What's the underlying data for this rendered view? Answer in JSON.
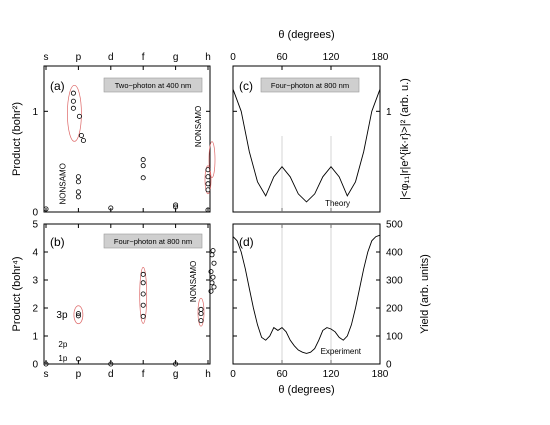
{
  "chart_data": [
    {
      "panel": "a",
      "type": "scatter",
      "panel_label": "(a)",
      "box_label": "Two−photon at 400 nm",
      "ylabel": "Product (bohr²)",
      "y_ticks": [
        "0",
        "1"
      ],
      "ylim": [
        0,
        1.45
      ],
      "categories": [
        "s",
        "p",
        "d",
        "f",
        "g",
        "h"
      ],
      "annotations": [
        "NONSAMO",
        "NONSAMO"
      ],
      "points": [
        {
          "x": "s",
          "y": 0.03
        },
        {
          "x": "p",
          "y": 1.18
        },
        {
          "x": "p",
          "y": 1.1
        },
        {
          "x": "p",
          "y": 1.03
        },
        {
          "x": "p",
          "y": 0.95
        },
        {
          "x": "p",
          "y": 0.76
        },
        {
          "x": "p",
          "y": 0.71
        },
        {
          "x": "p",
          "y": 0.35
        },
        {
          "x": "p",
          "y": 0.3
        },
        {
          "x": "p",
          "y": 0.2
        },
        {
          "x": "p",
          "y": 0.15
        },
        {
          "x": "d",
          "y": 0.04
        },
        {
          "x": "f",
          "y": 0.52
        },
        {
          "x": "f",
          "y": 0.46
        },
        {
          "x": "f",
          "y": 0.34
        },
        {
          "x": "g",
          "y": 0.07
        },
        {
          "x": "g",
          "y": 0.05
        },
        {
          "x": "h",
          "y": 0.42
        },
        {
          "x": "h",
          "y": 0.35
        },
        {
          "x": "h",
          "y": 0.28
        },
        {
          "x": "h",
          "y": 0.22
        },
        {
          "x": "h",
          "y": 0.02
        }
      ]
    },
    {
      "panel": "b",
      "type": "scatter",
      "panel_label": "(b)",
      "box_label": "Four−photon at 800 nm",
      "ylabel": "Product (bohr⁴)",
      "y_ticks": [
        "0",
        "1",
        "2",
        "3",
        "4",
        "5"
      ],
      "ylim": [
        0,
        5
      ],
      "categories": [
        "s",
        "p",
        "d",
        "f",
        "g",
        "h"
      ],
      "annotations": [
        "NONSAMO",
        "3p",
        "2p",
        "1p"
      ],
      "points": [
        {
          "x": "s",
          "y": 0.0
        },
        {
          "x": "p",
          "y": 1.8
        },
        {
          "x": "p",
          "y": 1.72
        },
        {
          "x": "p",
          "y": 0.18
        },
        {
          "x": "d",
          "y": 0.0
        },
        {
          "x": "f",
          "y": 3.2
        },
        {
          "x": "f",
          "y": 2.9
        },
        {
          "x": "f",
          "y": 2.5
        },
        {
          "x": "f",
          "y": 2.1
        },
        {
          "x": "f",
          "y": 1.7
        },
        {
          "x": "g",
          "y": 0.0
        },
        {
          "x": "h",
          "y": 4.05
        },
        {
          "x": "h",
          "y": 3.9
        },
        {
          "x": "h",
          "y": 3.6
        },
        {
          "x": "h",
          "y": 3.3
        },
        {
          "x": "h",
          "y": 3.1
        },
        {
          "x": "h",
          "y": 2.9
        },
        {
          "x": "h",
          "y": 2.75
        },
        {
          "x": "h",
          "y": 2.6
        },
        {
          "x": "h",
          "y": 1.95
        },
        {
          "x": "h",
          "y": 1.8
        },
        {
          "x": "h",
          "y": 1.55
        }
      ]
    },
    {
      "panel": "c",
      "type": "line",
      "panel_label": "(c)",
      "box_label": "Four−photon at 800 nm",
      "top_axis_label": "θ (degrees)",
      "ylabel": "|<φ₁₁|r|e^{ik·r}>|² (arb. u.)",
      "right_y_ticks": [
        "1"
      ],
      "x_ticks": [
        "0",
        "60",
        "120",
        "180"
      ],
      "xlim": [
        0,
        180
      ],
      "ylim": [
        0,
        1.45
      ],
      "series": [
        {
          "name": "Theory",
          "x": [
            0,
            10,
            20,
            30,
            40,
            50,
            60,
            70,
            80,
            90,
            100,
            110,
            120,
            130,
            140,
            150,
            160,
            170,
            180
          ],
          "y": [
            1.22,
            1.0,
            0.6,
            0.3,
            0.16,
            0.35,
            0.45,
            0.35,
            0.18,
            0.1,
            0.18,
            0.35,
            0.45,
            0.35,
            0.16,
            0.3,
            0.6,
            1.0,
            1.22
          ]
        }
      ]
    },
    {
      "panel": "d",
      "type": "line",
      "panel_label": "(d)",
      "xlabel": "θ (degrees)",
      "ylabel": "Yield (arb. units)",
      "right_y_ticks": [
        "0",
        "100",
        "200",
        "300",
        "400",
        "500"
      ],
      "x_ticks": [
        "0",
        "60",
        "120",
        "180"
      ],
      "xlim": [
        0,
        180
      ],
      "ylim": [
        0,
        500
      ],
      "series": [
        {
          "name": "Experiment",
          "x": [
            0,
            5,
            10,
            15,
            20,
            25,
            30,
            35,
            40,
            45,
            50,
            55,
            60,
            65,
            70,
            75,
            80,
            85,
            90,
            95,
            100,
            105,
            110,
            115,
            120,
            125,
            130,
            135,
            140,
            145,
            150,
            155,
            160,
            165,
            170,
            175,
            180
          ],
          "y": [
            455,
            440,
            400,
            340,
            270,
            200,
            140,
            95,
            85,
            100,
            130,
            120,
            130,
            115,
            85,
            65,
            50,
            42,
            38,
            42,
            55,
            85,
            120,
            130,
            125,
            115,
            95,
            85,
            100,
            140,
            200,
            270,
            340,
            400,
            440,
            455,
            460
          ]
        }
      ]
    }
  ]
}
